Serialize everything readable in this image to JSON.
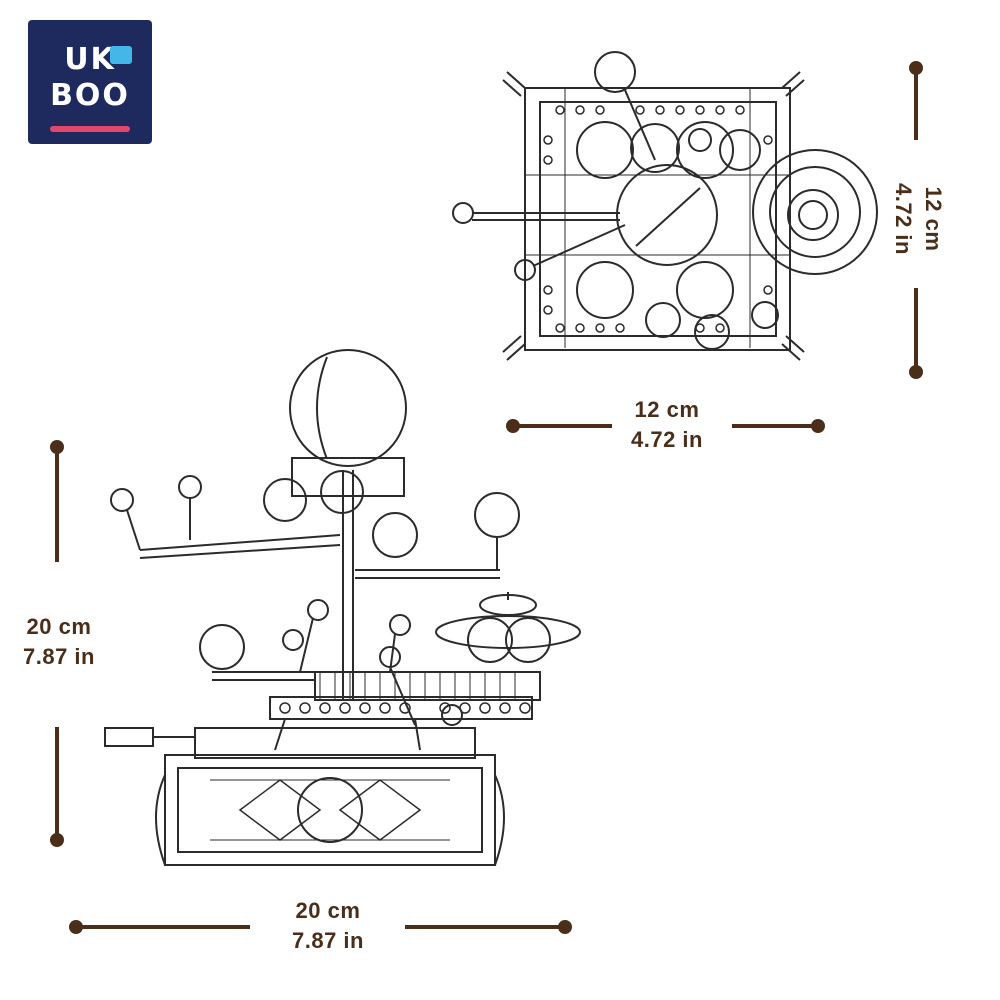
{
  "logo": {
    "line1": "UK",
    "line2": "BOO"
  },
  "colors": {
    "dimension": "#4a2e1a",
    "line_art": "#2b2b2b",
    "logo_bg": "#1e2a5e",
    "logo_accent": "#e1486a"
  },
  "dimensions": {
    "top_view_height": {
      "cm": "12 cm",
      "in": "4.72 in"
    },
    "top_view_width": {
      "cm": "12 cm",
      "in": "4.72 in"
    },
    "side_view_height": {
      "cm": "20 cm",
      "in": "7.87 in"
    },
    "side_view_width": {
      "cm": "20 cm",
      "in": "7.87 in"
    }
  }
}
